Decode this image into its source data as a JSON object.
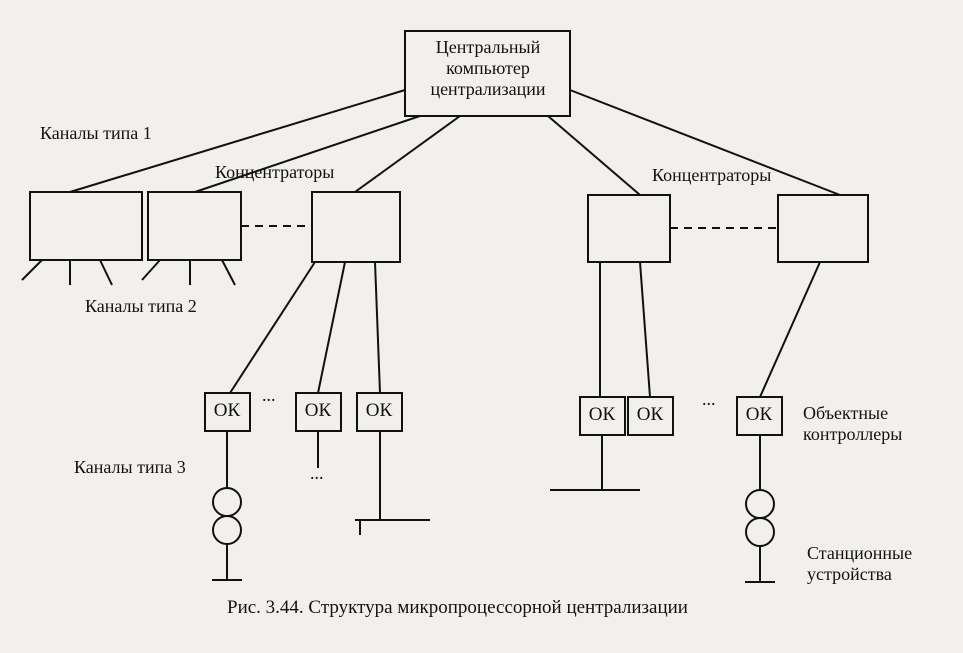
{
  "central": {
    "line1": "Центральный",
    "line2": "компьютер",
    "line3": "централизации"
  },
  "channels": {
    "type1": "Каналы типа 1",
    "type2": "Каналы типа 2",
    "type3": "Каналы типа 3"
  },
  "concentrators": {
    "left": "Концентраторы",
    "right": "Концентраторы"
  },
  "ok_label": "ОК",
  "ellipsis": "...",
  "object_controllers": {
    "line1": "Объектные",
    "line2": "контроллеры"
  },
  "station_devices": {
    "line1": "Станционные",
    "line2": "устройства"
  },
  "caption": "Рис. 3.44. Структура микропроцессорной централизации"
}
